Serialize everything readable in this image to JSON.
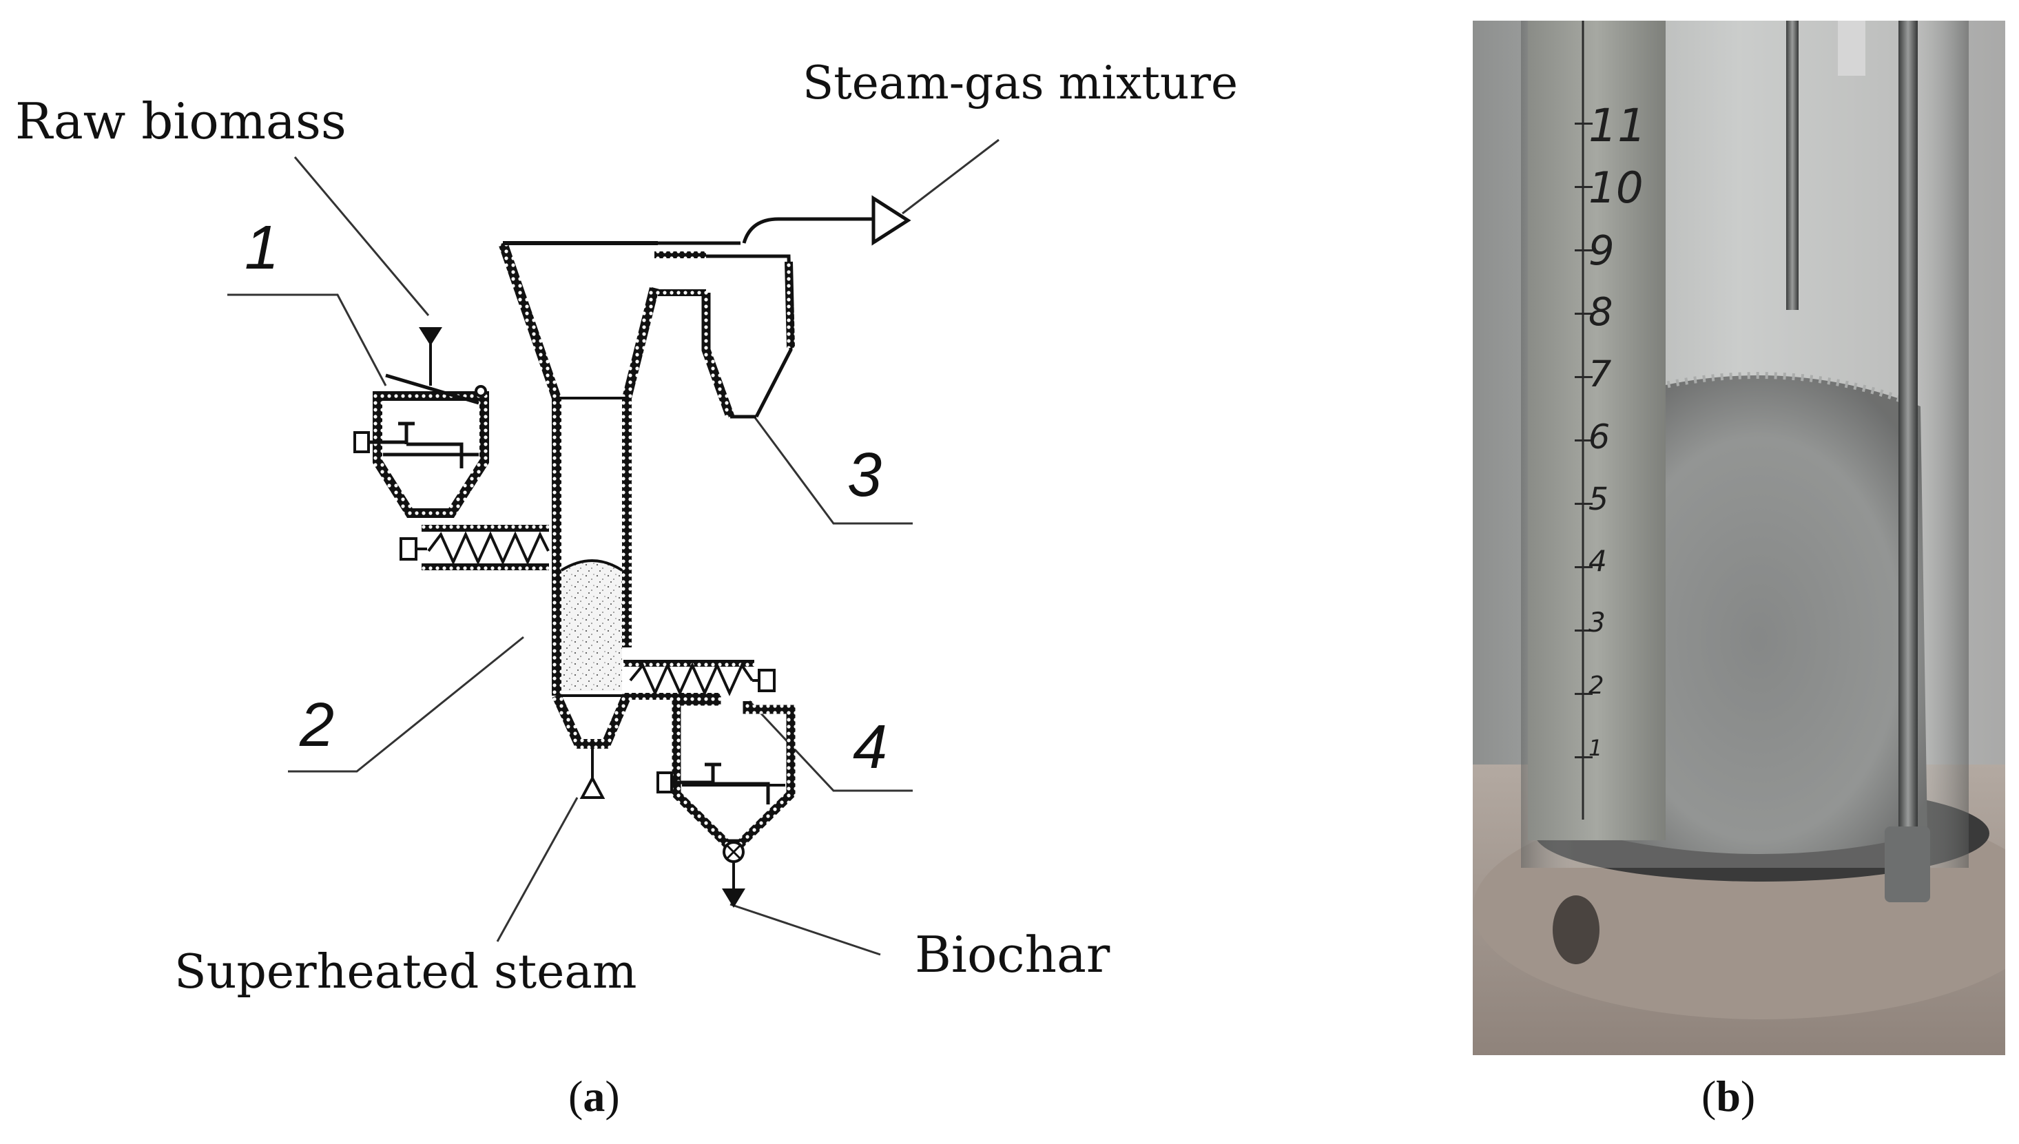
{
  "panel_a": {
    "labels": {
      "raw_biomass": "Raw biomass",
      "steam_gas_mixture": "Steam-gas mixture",
      "superheated_steam": "Superheated steam",
      "biochar": "Biochar"
    },
    "numbers": [
      "1",
      "2",
      "3",
      "4"
    ],
    "caption_letter": "a"
  },
  "panel_b": {
    "ruler_ticks": [
      "11",
      "10",
      "9",
      "8",
      "7",
      "6",
      "5",
      "4",
      "3",
      "2",
      "1"
    ],
    "caption_letter": "b"
  }
}
